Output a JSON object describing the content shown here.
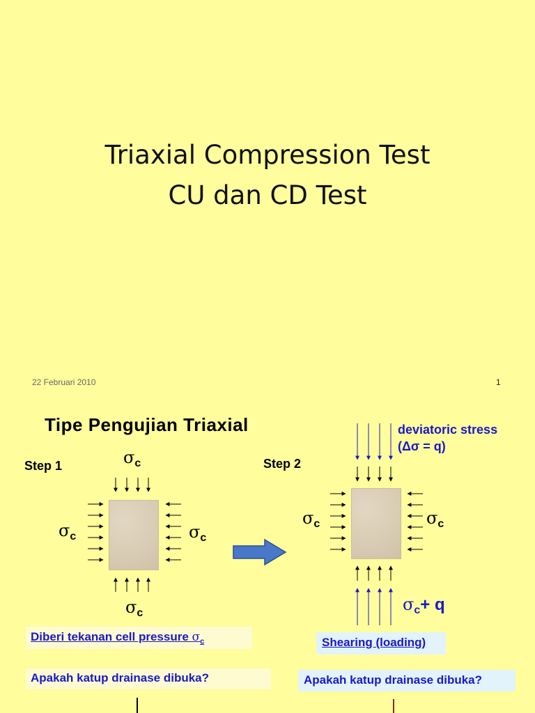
{
  "slide1": {
    "title_line1": "Triaxial Compression Test",
    "title_line2": "CU dan CD Test",
    "date": "22 Februari 2010",
    "page_number": "1"
  },
  "slide2": {
    "title": "Tipe Pengujian  Triaxial",
    "step1_label": "Step 1",
    "step2_label": "Step 2",
    "sigma_symbol": "σ",
    "sigma_subscript": "c",
    "plus_q": "+ q",
    "deviatoric_line1": "deviatoric stress",
    "deviatoric_line2": "(Δσ = q)",
    "callout_cell_pressure_text": "Diberi tekanan cell pressure ",
    "callout_cell_pressure_sigma": "σ",
    "callout_cell_pressure_sub": "c",
    "callout_shearing": "Shearing (loading)",
    "callout_drain_left": "Apakah katup drainase dibuka?",
    "callout_drain_right": "Apakah katup drainase dibuka?"
  },
  "colors": {
    "background": "#fffd9c",
    "blue_text": "#1919c8",
    "arrow_fill": "#4a78c8"
  }
}
